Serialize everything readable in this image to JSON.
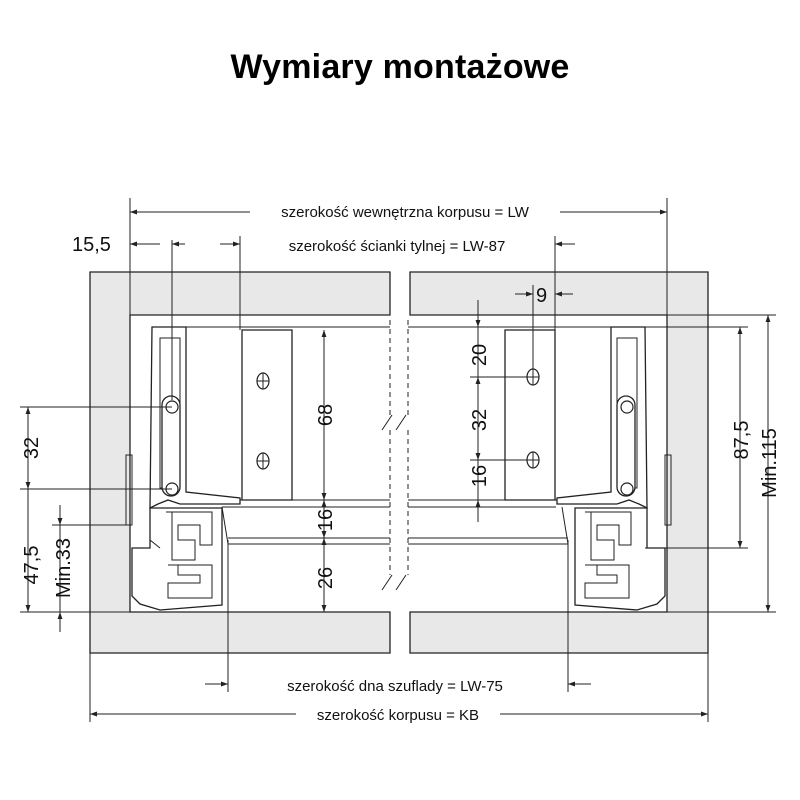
{
  "title": "Wymiary montażowe",
  "labels": {
    "inner_width": "szerokość wewnętrzna korpusu = LW",
    "back_width": "szerokość ścianki tylnej = LW-87",
    "bottom_width": "szerokość dna szuflady = LW-75",
    "body_width": "szerokość korpusu = KB"
  },
  "dimensions": {
    "d15_5": "15,5",
    "d9": "9",
    "d20": "20",
    "d68": "68",
    "d32_right": "32",
    "d16_right": "16",
    "d16_center": "16",
    "d26": "26",
    "d87_5": "87,5",
    "min115": "Min.115",
    "d32_left": "32",
    "d47_5": "47,5",
    "min33": "Min.33"
  }
}
